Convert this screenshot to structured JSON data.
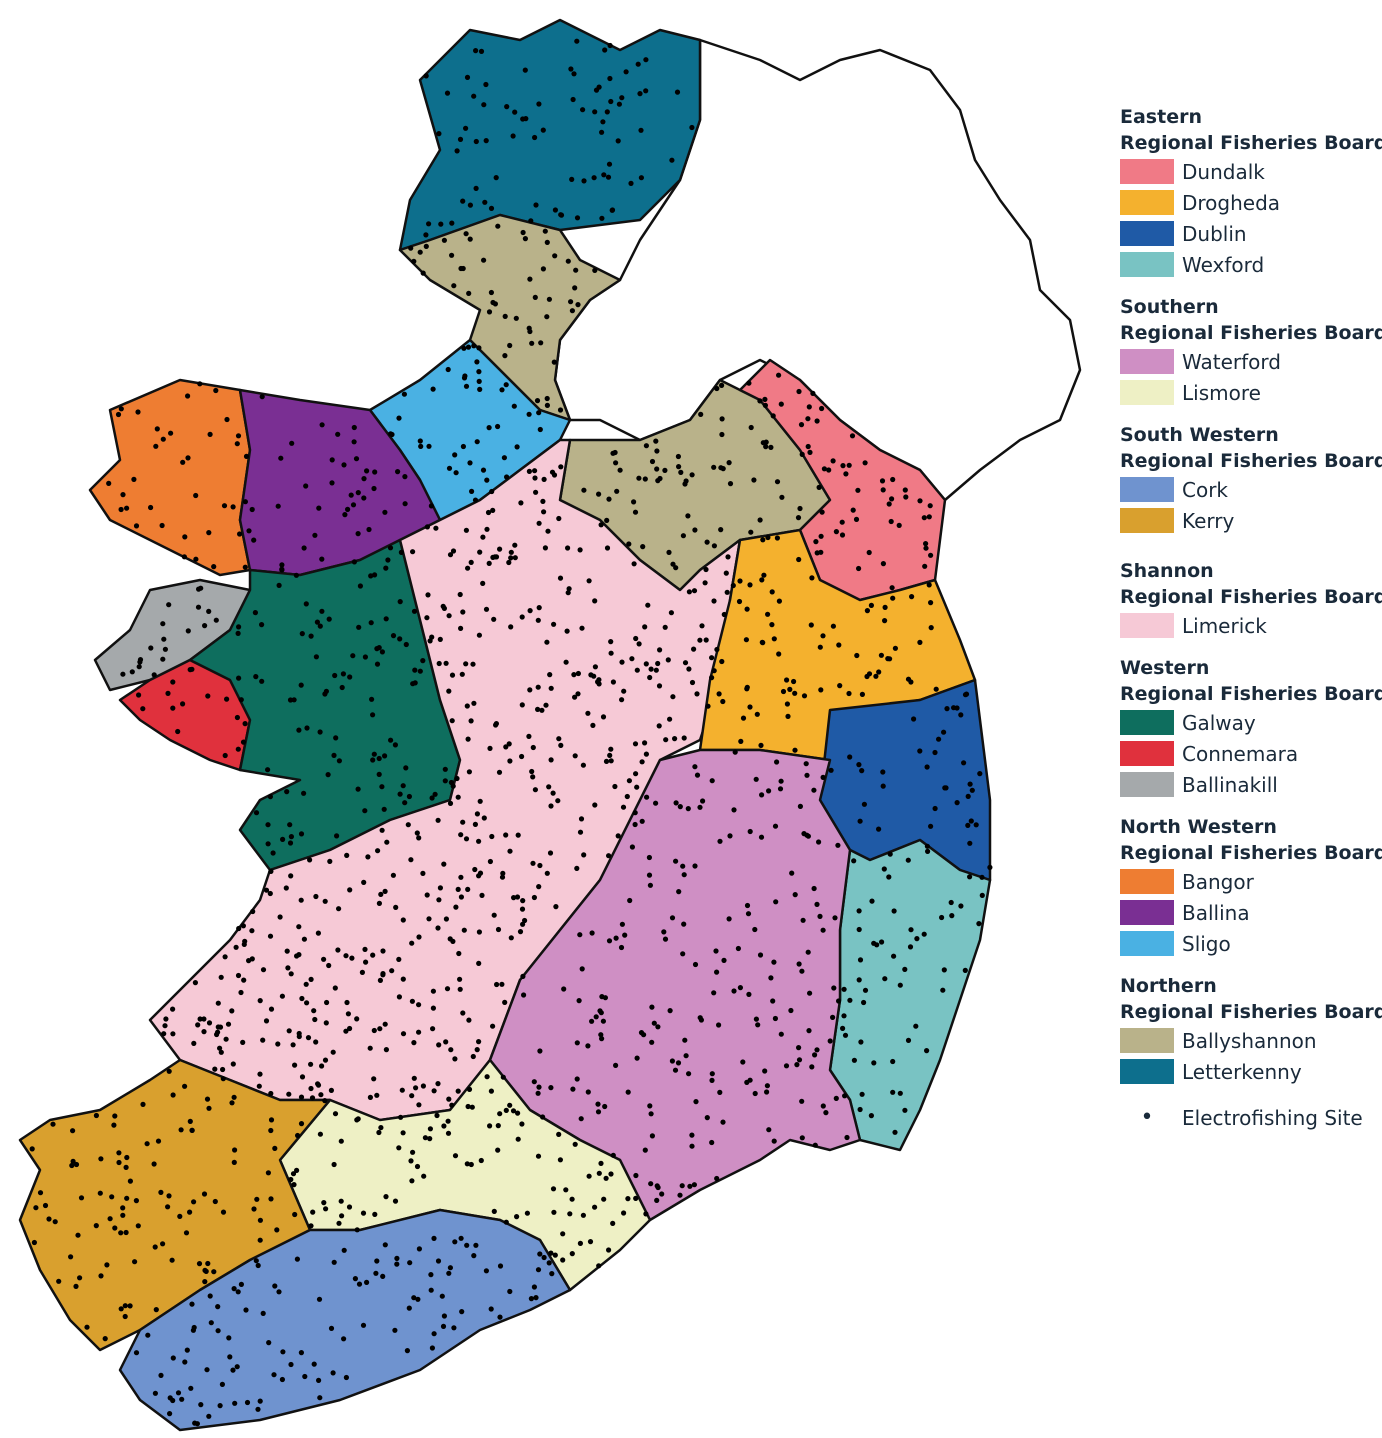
{
  "legend": {
    "boards": [
      {
        "title_line1": "Eastern",
        "title_line2": "Regional Fisheries Board",
        "items": [
          {
            "label": "Dundalk",
            "color": "#f07a86"
          },
          {
            "label": "Drogheda",
            "color": "#f4b12e"
          },
          {
            "label": "Dublin",
            "color": "#1f5aa6"
          },
          {
            "label": "Wexford",
            "color": "#79c3c3"
          }
        ]
      },
      {
        "title_line1": "Southern",
        "title_line2": "Regional Fisheries Board",
        "items": [
          {
            "label": "Waterford",
            "color": "#cf8fc4"
          },
          {
            "label": "Lismore",
            "color": "#eef0c5"
          }
        ]
      },
      {
        "title_line1": "South Western",
        "title_line2": "Regional Fisheries Board",
        "items": [
          {
            "label": "Cork",
            "color": "#6f93cf"
          },
          {
            "label": "Kerry",
            "color": "#d9a02e"
          }
        ]
      },
      {
        "title_line1": "Shannon",
        "title_line2": "Regional Fisheries Board",
        "items": [
          {
            "label": "Limerick",
            "color": "#f6c9d6"
          }
        ]
      },
      {
        "title_line1": "Western",
        "title_line2": "Regional Fisheries Board",
        "items": [
          {
            "label": "Galway",
            "color": "#0e6e5e"
          },
          {
            "label": "Connemara",
            "color": "#e0313d"
          },
          {
            "label": "Ballinakill",
            "color": "#a5a9ab"
          }
        ]
      },
      {
        "title_line1": "North Western",
        "title_line2": "Regional Fisheries Board",
        "items": [
          {
            "label": "Bangor",
            "color": "#ee7d32"
          },
          {
            "label": "Ballina",
            "color": "#7a2f93"
          },
          {
            "label": "Sligo",
            "color": "#4ab1e3"
          }
        ]
      },
      {
        "title_line1": "Northern",
        "title_line2": "Regional Fisheries Board",
        "items": [
          {
            "label": "Ballyshannon",
            "color": "#b9b28a"
          },
          {
            "label": "Letterkenny",
            "color": "#0d6f8d"
          }
        ]
      }
    ],
    "site_symbol": "•",
    "site_label": "Electrofishing Site"
  }
}
